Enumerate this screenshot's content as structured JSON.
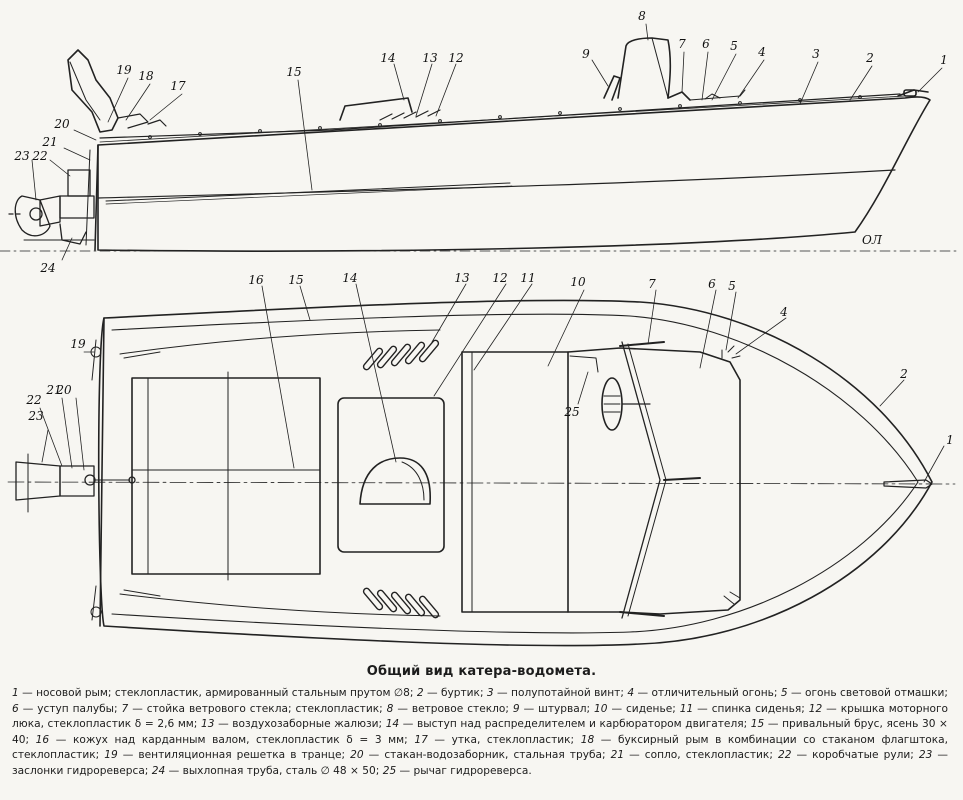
{
  "caption": "Общий вид катера-водомета.",
  "waterline_label": "ОЛ",
  "side_view_callouts": [
    "1",
    "2",
    "3",
    "4",
    "5",
    "6",
    "7",
    "8",
    "9",
    "12",
    "13",
    "14",
    "15",
    "17",
    "18",
    "19",
    "20",
    "21",
    "22",
    "23",
    "24"
  ],
  "plan_view_callouts": [
    "1",
    "2",
    "4",
    "5",
    "6",
    "7",
    "10",
    "11",
    "12",
    "13",
    "14",
    "15",
    "16",
    "19",
    "20",
    "21",
    "22",
    "23",
    "25"
  ],
  "legend": [
    {
      "num": "1",
      "text": "носовой рым; стеклопластик, армированный стальным прутом ∅8;"
    },
    {
      "num": "2",
      "text": "буртик;"
    },
    {
      "num": "3",
      "text": "полупотайной винт;"
    },
    {
      "num": "4",
      "text": "отличительный огонь;"
    },
    {
      "num": "5",
      "text": "огонь световой отмашки;"
    },
    {
      "num": "6",
      "text": "уступ палубы;"
    },
    {
      "num": "7",
      "text": "стойка ветрового стекла; стеклопластик;"
    },
    {
      "num": "8",
      "text": "ветровое стекло;"
    },
    {
      "num": "9",
      "text": "штурвал;"
    },
    {
      "num": "10",
      "text": "сиденье;"
    },
    {
      "num": "11",
      "text": "спинка сиденья;"
    },
    {
      "num": "12",
      "text": "крышка моторного люка, стеклопластик δ = 2,6 мм;"
    },
    {
      "num": "13",
      "text": "воздухозаборные жалюзи;"
    },
    {
      "num": "14",
      "text": "выступ над распределителем и карбюратором двигателя;"
    },
    {
      "num": "15",
      "text": "привальный брус, ясень 30 × 40;"
    },
    {
      "num": "16",
      "text": "кожух над карданным валом, стеклопластик δ = 3 мм;"
    },
    {
      "num": "17",
      "text": "утка, стеклопластик;"
    },
    {
      "num": "18",
      "text": "буксирный рым в комбинации со стаканом флагштока, стеклопластик;"
    },
    {
      "num": "19",
      "text": "вентиляционная решетка в транце;"
    },
    {
      "num": "20",
      "text": "стакан-водозаборник, стальная труба;"
    },
    {
      "num": "21",
      "text": "сопло, стеклопластик;"
    },
    {
      "num": "22",
      "text": "коробчатые рули;"
    },
    {
      "num": "23",
      "text": "заслонки гидрореверса;"
    },
    {
      "num": "24",
      "text": "выхлопная труба, сталь ∅ 48 × 50;"
    },
    {
      "num": "25",
      "text": "рычаг гидрореверса."
    }
  ]
}
